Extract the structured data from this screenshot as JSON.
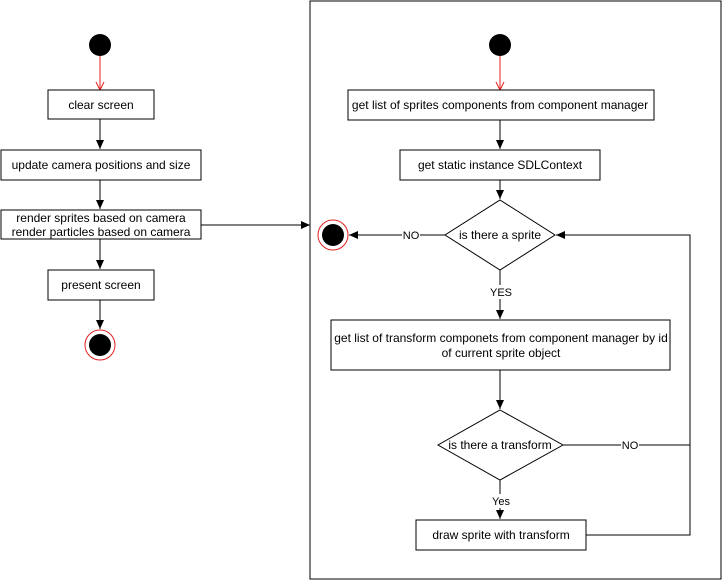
{
  "left_flow": {
    "clear_screen": "clear screen",
    "update_camera": "update camera positions and size",
    "render_line1": "render sprites based on camera",
    "render_line2": "render particles based on camera",
    "present_screen": "present screen"
  },
  "right_flow": {
    "get_sprites": "get list of sprites components from component manager",
    "get_context": "get static instance SDLContext",
    "is_sprite": "is there a sprite",
    "get_transforms_line1": "get list of transform componets from component manager by id",
    "get_transforms_line2": "of current sprite object",
    "is_transform": "is there a transform",
    "draw_sprite": "draw sprite with transform"
  },
  "edge_labels": {
    "no_exit": "NO",
    "yes_sprite": "YES",
    "no_transform": "NO",
    "yes_transform": "Yes"
  },
  "colors": {
    "stroke": "#000000",
    "start_arrow": "#e02020",
    "final_ring": "#e02020",
    "node_fill": "#ffffff"
  }
}
